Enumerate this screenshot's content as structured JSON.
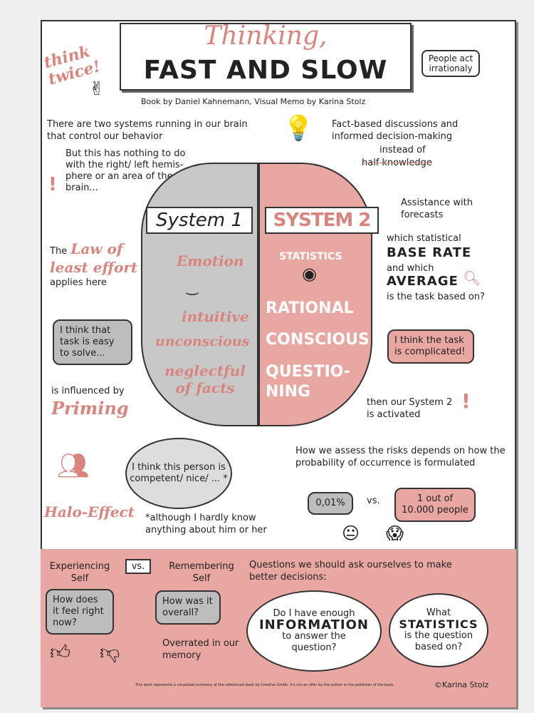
{
  "title": {
    "script": "Thinking,",
    "main": "FAST AND SLOW",
    "subtitle": "Book by Daniel Kahnemann, Visual Memo by Karina Stolz"
  },
  "corner_left": "think twice!",
  "corner_right": "People act irrationaly",
  "intro": "There are two systems running in our brain that control our behavior",
  "hemisphere_note": "But this has nothing to do with the right/ left hemis- phere or an area of the brain...",
  "facts": "Fact-based discussions and informed decision-making",
  "instead_of": "instead of",
  "half_knowledge": "half-knowledge",
  "system1": {
    "label": "System 1",
    "words": [
      "Emotion",
      "intuitive",
      "unconscious",
      "neglectful of facts"
    ]
  },
  "system2": {
    "label": "SYSTEM 2",
    "words": [
      "STATISTICS",
      "RATIONAL",
      "CONSCIOUS",
      "QUESTIO- NING"
    ]
  },
  "law": {
    "pre": "The",
    "script": "Law of least effort",
    "post": "applies here"
  },
  "assistance": "Assistance with forecasts",
  "base_rate": {
    "line1": "which statistical",
    "bold1": "BASE RATE",
    "line2": "and which",
    "bold2": "AVERAGE",
    "line3": "is the task based on?"
  },
  "bubble_easy": "I think that task is easy to solve...",
  "priming": {
    "pre": "is influenced by",
    "script": "Priming"
  },
  "bubble_complicated": "I think the task is complicated!",
  "activated": "then our System 2 is activated",
  "halo": {
    "cloud": "I think this person is competent/ nice/ ... *",
    "label": "Halo-Effect",
    "footnote": "*although I hardly know anything about him or her"
  },
  "risk": {
    "text": "How we assess the risks depends on how the probability of occurrence is formulated",
    "percent": "0,01%",
    "vs": "vs.",
    "people": "1 out of 10.000 people"
  },
  "bottom": {
    "experiencing": "Experiencing Self",
    "vs": "vs.",
    "remembering": "Remembering Self",
    "feel": "How does it feel right now?",
    "was": "How was it overall?",
    "overrated": "Overrated in our memory",
    "questions": "Questions we should ask ourselves to make better decisions:",
    "q1": {
      "pre": "Do I have enough",
      "bold": "INFORMATION",
      "post": "to answer the question?"
    },
    "q2": {
      "pre": "What",
      "bold": "STATISTICS",
      "post": "is the question based on?"
    },
    "disclaimer": "This work represents a visualized summary of the referenced book by Creative Gmbh. It's not an offer by the author or the publisher of the book.",
    "copyright": "©Karina Stolz"
  },
  "colors": {
    "pink": "#e9a7a2",
    "accent": "#d9847d",
    "gray": "#bdbdbd"
  }
}
